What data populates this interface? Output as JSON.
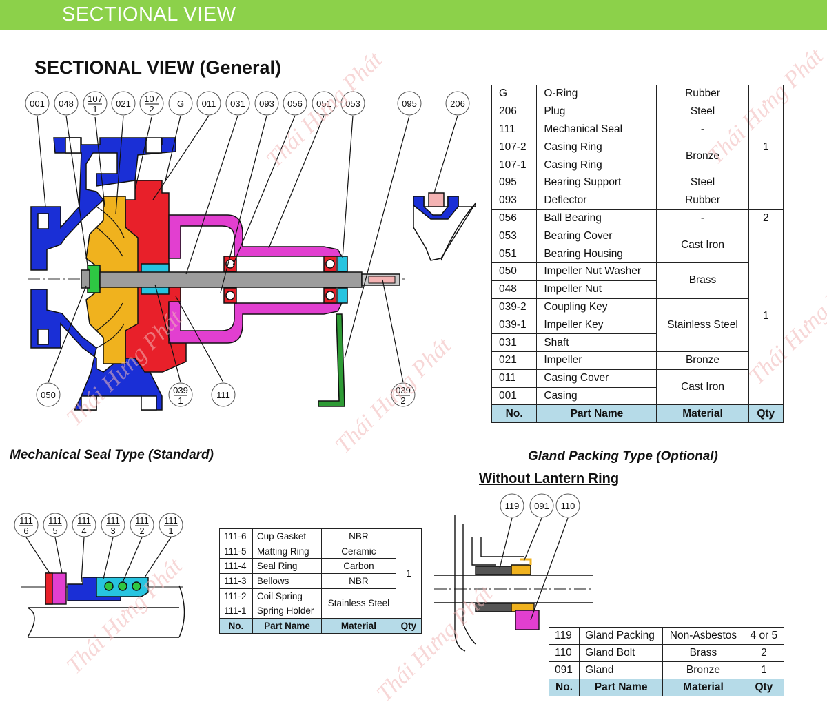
{
  "banner": {
    "title": "SECTIONAL VIEW"
  },
  "headings": {
    "general": "SECTIONAL VIEW (General)",
    "mechanical": "Mechanical Seal Type (Standard)",
    "gland": "Gland Packing Type (Optional)",
    "lantern": "Without Lantern Ring"
  },
  "callouts_main": [
    "001",
    "048",
    "107|1",
    "021",
    "107|2",
    "G",
    "011",
    "031",
    "093",
    "056",
    "051",
    "053",
    "095",
    "206"
  ],
  "callouts_main_bottom": [
    "050",
    "039|1",
    "111",
    "039|2"
  ],
  "callouts_seal": [
    "111|6",
    "111|5",
    "111|4",
    "111|3",
    "111|2",
    "111|1"
  ],
  "callouts_gland": [
    "119",
    "091",
    "110"
  ],
  "watermark": "Thái Hưng Phát",
  "table_headers": {
    "no": "No.",
    "part": "Part Name",
    "material": "Material",
    "qty": "Qty"
  },
  "main_table": {
    "rows": [
      {
        "no": "G",
        "part": "O-Ring",
        "material": "Rubber"
      },
      {
        "no": "206",
        "part": "Plug",
        "material": "Steel"
      },
      {
        "no": "111",
        "part": "Mechanical Seal",
        "material": "-"
      },
      {
        "no": "107-2",
        "part": "Casing Ring"
      },
      {
        "no": "107-1",
        "part": "Casing Ring"
      },
      {
        "no": "095",
        "part": "Bearing Support",
        "material": "Steel"
      },
      {
        "no": "093",
        "part": "Deflector",
        "material": "Rubber"
      },
      {
        "no": "056",
        "part": "Ball Bearing",
        "material": "-"
      },
      {
        "no": "053",
        "part": "Bearing Cover"
      },
      {
        "no": "051",
        "part": "Bearing Housing"
      },
      {
        "no": "050",
        "part": "Impeller Nut Washer"
      },
      {
        "no": "048",
        "part": "Impeller Nut"
      },
      {
        "no": "039-2",
        "part": "Coupling Key"
      },
      {
        "no": "039-1",
        "part": "Impeller Key"
      },
      {
        "no": "031",
        "part": "Shaft"
      },
      {
        "no": "021",
        "part": "Impeller",
        "material": "Bronze"
      },
      {
        "no": "011",
        "part": "Casing Cover"
      },
      {
        "no": "001",
        "part": "Casing"
      }
    ],
    "merged_materials": {
      "casing_ring": "Bronze",
      "bearing": "Cast Iron",
      "nut": "Brass",
      "shaft": "Stainless Steel",
      "casing": "Cast Iron"
    },
    "qty": {
      "top": "1",
      "ball_bearing": "2",
      "bottom": "1"
    }
  },
  "seal_table": {
    "rows": [
      {
        "no": "111-6",
        "part": "Cup Gasket",
        "material": "NBR"
      },
      {
        "no": "111-5",
        "part": "Matting Ring",
        "material": "Ceramic"
      },
      {
        "no": "111-4",
        "part": "Seal Ring",
        "material": "Carbon"
      },
      {
        "no": "111-3",
        "part": "Bellows",
        "material": "NBR"
      },
      {
        "no": "111-2",
        "part": "Coil Spring"
      },
      {
        "no": "111-1",
        "part": "Spring Holder"
      }
    ],
    "merged_material": "Stainless Steel",
    "qty": "1"
  },
  "gland_table": {
    "rows": [
      {
        "no": "119",
        "part": "Gland Packing",
        "material": "Non-Asbestos",
        "qty": "4 or 5"
      },
      {
        "no": "110",
        "part": "Gland Bolt",
        "material": "Brass",
        "qty": "2"
      },
      {
        "no": "091",
        "part": "Gland",
        "material": "Bronze",
        "qty": "1"
      }
    ]
  },
  "colors": {
    "banner": "#8cd14a",
    "casing": "#1a2fd6",
    "cover": "#e8202a",
    "impeller": "#f0b21e",
    "housing": "#e23fd0",
    "support": "#2e9b35",
    "seal": "#27c4e0",
    "header": "#b6dbe8"
  }
}
